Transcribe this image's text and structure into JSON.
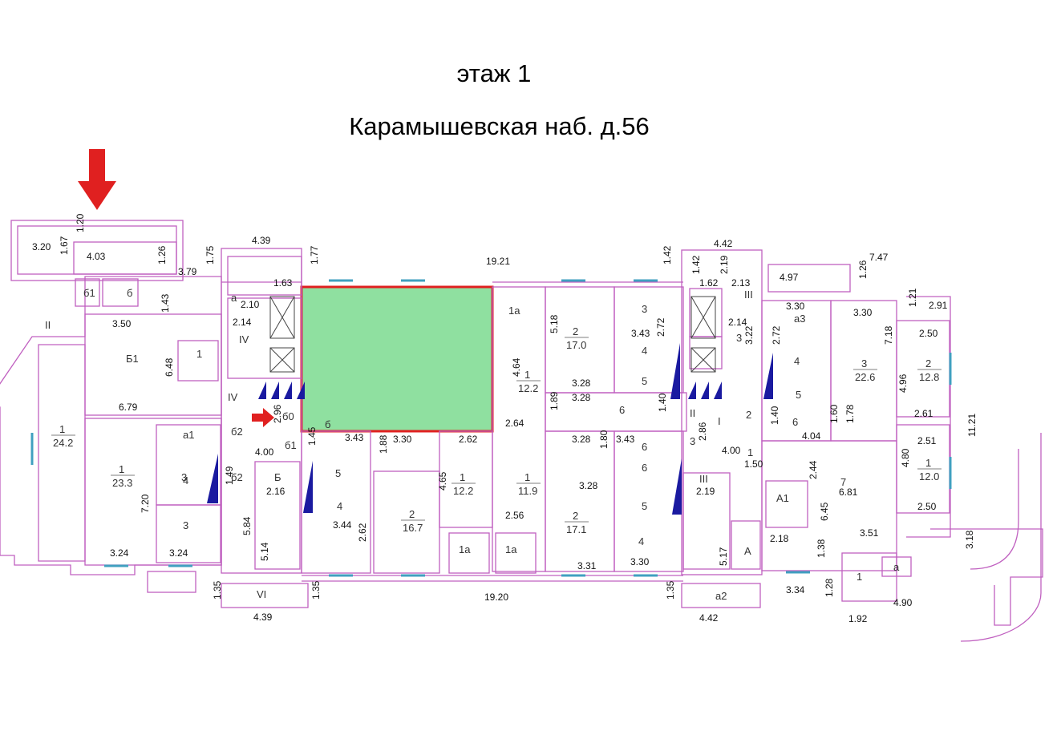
{
  "floor_title": "этаж 1",
  "address": "Карамышевская наб. д.56",
  "colors": {
    "wall": "#c060c0",
    "highlight_fill": "#8fe0a0",
    "highlight_border": "#e02020",
    "arrow": "#e02020",
    "window": "#40a0c0",
    "shaft": "#1a1aa0"
  },
  "dimensions": [
    {
      "t": "3.20"
    },
    {
      "t": "1.20",
      "v": true
    },
    {
      "t": "1.67",
      "v": true
    },
    {
      "t": "4.03"
    },
    {
      "t": "1.26",
      "v": true
    },
    {
      "t": "3.79"
    },
    {
      "t": "1.75",
      "v": true
    },
    {
      "t": "4.39"
    },
    {
      "t": "1.77",
      "v": true
    },
    {
      "t": "19.21"
    },
    {
      "t": "1.42",
      "v": true
    },
    {
      "t": "4.42"
    },
    {
      "t": "1.42",
      "v": true
    },
    {
      "t": "2.19",
      "v": true
    },
    {
      "t": "7.47"
    },
    {
      "t": "4.97"
    },
    {
      "t": "1.26",
      "v": true
    },
    {
      "t": "1.63"
    },
    {
      "t": "2.10"
    },
    {
      "t": "1.43",
      "v": true
    },
    {
      "t": "3.50"
    },
    {
      "t": "2.14"
    },
    {
      "t": "6.48",
      "v": true
    },
    {
      "t": "6.79"
    },
    {
      "t": "2.96",
      "v": true
    },
    {
      "t": "4.00"
    },
    {
      "t": "1.45",
      "v": true
    },
    {
      "t": "3.43"
    },
    {
      "t": "1.88",
      "v": true
    },
    {
      "t": "3.30"
    },
    {
      "t": "2.62"
    },
    {
      "t": "2.64"
    },
    {
      "t": "4.64",
      "v": true
    },
    {
      "t": "5.18",
      "v": true
    },
    {
      "t": "3.28"
    },
    {
      "t": "1.89",
      "v": true
    },
    {
      "t": "3.28"
    },
    {
      "t": "3.28"
    },
    {
      "t": "1.80",
      "v": true
    },
    {
      "t": "3.43"
    },
    {
      "t": "3.43"
    },
    {
      "t": "2.72",
      "v": true
    },
    {
      "t": "1.40",
      "v": true
    },
    {
      "t": "1.62"
    },
    {
      "t": "2.13"
    },
    {
      "t": "2.14"
    },
    {
      "t": "3.22",
      "v": true
    },
    {
      "t": "3.30"
    },
    {
      "t": "3.30"
    },
    {
      "t": "2.72",
      "v": true
    },
    {
      "t": "7.18",
      "v": true
    },
    {
      "t": "1.21",
      "v": true
    },
    {
      "t": "2.91"
    },
    {
      "t": "2.50"
    },
    {
      "t": "4.96",
      "v": true
    },
    {
      "t": "2.61"
    },
    {
      "t": "11.21",
      "v": true
    },
    {
      "t": "1.40",
      "v": true
    },
    {
      "t": "4.04"
    },
    {
      "t": "1.60",
      "v": true
    },
    {
      "t": "1.78",
      "v": true
    },
    {
      "t": "2.86",
      "v": true
    },
    {
      "t": "4.00"
    },
    {
      "t": "1.50"
    },
    {
      "t": "2.51"
    },
    {
      "t": "4.80",
      "v": true
    },
    {
      "t": "2.50"
    },
    {
      "t": "2.44",
      "v": true
    },
    {
      "t": "6.45",
      "v": true
    },
    {
      "t": "6.81"
    },
    {
      "t": "3.51"
    },
    {
      "t": "2.18"
    },
    {
      "t": "1.38",
      "v": true
    },
    {
      "t": "3.18",
      "v": true
    },
    {
      "t": "1.49",
      "v": true
    },
    {
      "t": "2.16"
    },
    {
      "t": "5.84",
      "v": true
    },
    {
      "t": "5.14",
      "v": true
    },
    {
      "t": "3.44"
    },
    {
      "t": "2.62",
      "v": true
    },
    {
      "t": "4.65",
      "v": true
    },
    {
      "t": "2.56"
    },
    {
      "t": "3.28"
    },
    {
      "t": "3.31"
    },
    {
      "t": "3.30"
    },
    {
      "t": "2.19"
    },
    {
      "t": "5.17",
      "v": true
    },
    {
      "t": "7.20",
      "v": true
    },
    {
      "t": "3.24"
    },
    {
      "t": "3.24"
    },
    {
      "t": "1.35",
      "v": true
    },
    {
      "t": "4.39"
    },
    {
      "t": "1.35",
      "v": true
    },
    {
      "t": "19.20"
    },
    {
      "t": "1.35",
      "v": true
    },
    {
      "t": "4.42"
    },
    {
      "t": "3.34"
    },
    {
      "t": "1.28",
      "v": true
    },
    {
      "t": "1.92"
    },
    {
      "t": "4.90"
    }
  ],
  "rooms": [
    {
      "t": "б1"
    },
    {
      "t": "б"
    },
    {
      "t": "II"
    },
    {
      "t": "Б1"
    },
    {
      "t": "1"
    },
    {
      "t": "IV"
    },
    {
      "t": "IV"
    },
    {
      "t": "б2"
    },
    {
      "t": "а"
    },
    {
      "t": "б0"
    },
    {
      "t": "б1"
    },
    {
      "t": "б2"
    },
    {
      "t": "б"
    },
    {
      "t": "5"
    },
    {
      "t": "4"
    },
    {
      "t": "3"
    },
    {
      "t": "Б"
    },
    {
      "t": "VI"
    },
    {
      "t": "1а"
    },
    {
      "t": "6"
    },
    {
      "t": "1а"
    },
    {
      "t": "1а"
    },
    {
      "t": "3"
    },
    {
      "t": "4"
    },
    {
      "t": "5"
    },
    {
      "t": "6"
    },
    {
      "t": "6"
    },
    {
      "t": "5"
    },
    {
      "t": "4"
    },
    {
      "t": "3"
    },
    {
      "t": "I"
    },
    {
      "t": "II"
    },
    {
      "t": "3"
    },
    {
      "t": "2"
    },
    {
      "t": "1"
    },
    {
      "t": "III"
    },
    {
      "t": "А"
    },
    {
      "t": "а2"
    },
    {
      "t": "III"
    },
    {
      "t": "а3"
    },
    {
      "t": "4"
    },
    {
      "t": "5"
    },
    {
      "t": "6"
    },
    {
      "t": "7"
    },
    {
      "t": "А1"
    },
    {
      "t": "1"
    },
    {
      "t": "а"
    },
    {
      "t": "а1"
    },
    {
      "t": "4"
    },
    {
      "t": "3"
    },
    {
      "t": "2"
    }
  ],
  "areas": [
    {
      "n": "1",
      "a": "24.2"
    },
    {
      "n": "1",
      "a": "23.3"
    },
    {
      "n": "1",
      "a": "12.2"
    },
    {
      "n": "2",
      "a": "17.0"
    },
    {
      "n": "1",
      "a": "12.2"
    },
    {
      "n": "2",
      "a": "16.7"
    },
    {
      "n": "1",
      "a": "11.9"
    },
    {
      "n": "2",
      "a": "17.1"
    },
    {
      "n": "3",
      "a": "22.6"
    },
    {
      "n": "2",
      "a": "12.8"
    },
    {
      "n": "1",
      "a": "12.0"
    }
  ]
}
